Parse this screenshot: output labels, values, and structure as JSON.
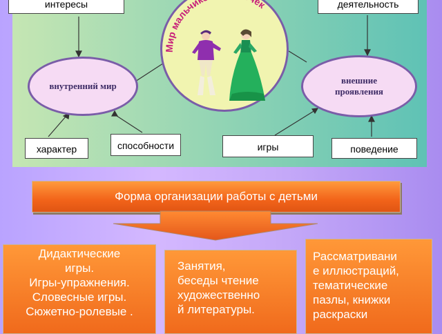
{
  "diagram": {
    "top_left_box": "интересы",
    "top_right_box": "деятельность",
    "center_title": "Мир мальчиков и девочек",
    "inner_world": "внутренний мир",
    "outer_manifestation_line1": "внешние",
    "outer_manifestation_line2": "проявления",
    "character": "характер",
    "abilities": "способности",
    "games": "игры",
    "behavior": "поведение"
  },
  "banner": "Форма организации работы с детьми",
  "cards": {
    "left": [
      "Дидактические",
      "игры.",
      "Игры-упражнения.",
      "Словесные игры.",
      "Сюжетно-ролевые ."
    ],
    "middle": [
      "Занятия,",
      "беседы чтение",
      "художественно",
      "й литературы."
    ],
    "right": [
      "Рассматривани",
      "е иллюстраций,",
      "тематические",
      "пазлы, книжки",
      "раскраски"
    ]
  },
  "colors": {
    "panel_left": "#c5e6b3",
    "panel_right": "#5fc2b5",
    "ellipse_fill": "#f6dbf4",
    "ellipse_border": "#7a5da8",
    "center_fill": "#f1f4b0",
    "title_color": "#c7207a",
    "orange": "#f2641a"
  }
}
